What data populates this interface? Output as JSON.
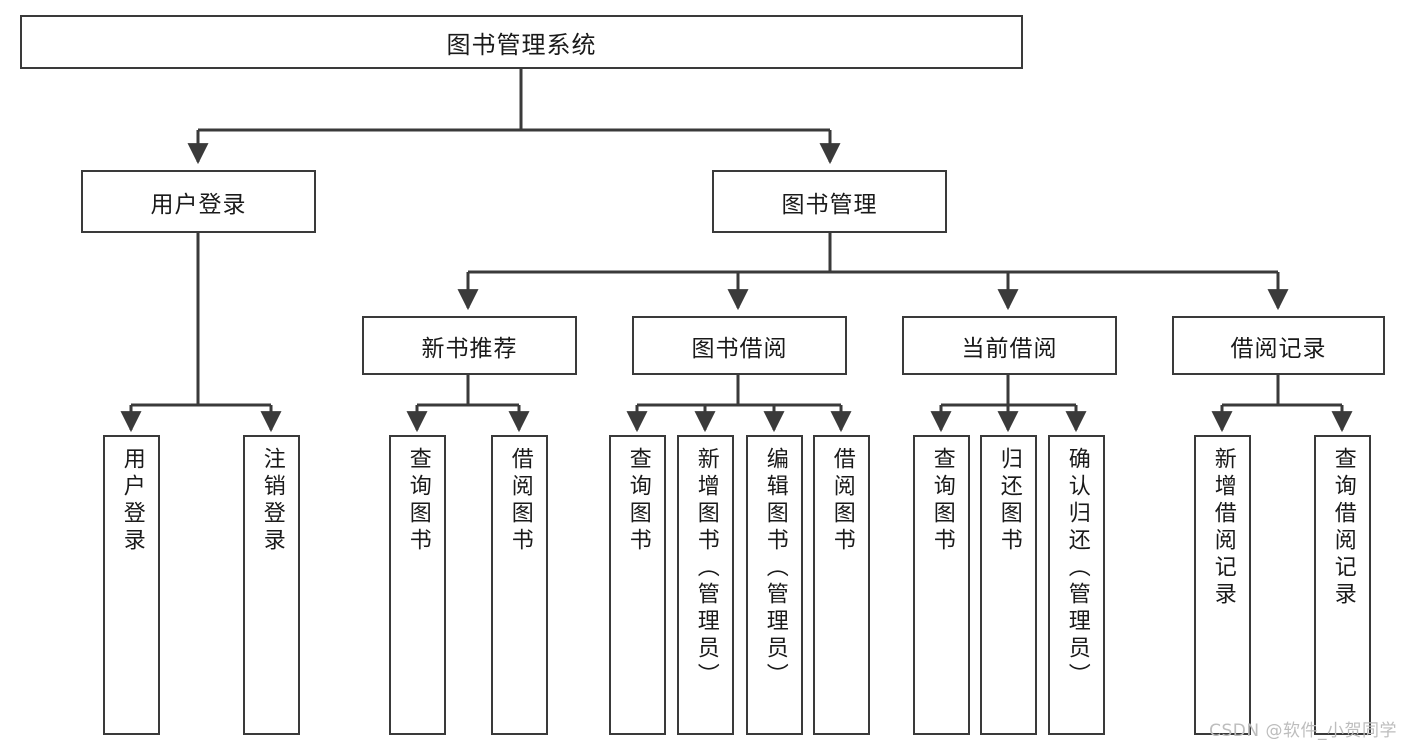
{
  "diagram": {
    "title": "图书管理系统",
    "type": "功能结构图",
    "style": {
      "box_border_color": "#3a3a3a",
      "box_fill_color": "#ffffff",
      "line_color": "#3a3a3a",
      "text_color": "#1a1a1a",
      "background_color": "#ffffff",
      "watermark_color": "#bdbdbd"
    },
    "root": {
      "label": "图书管理系统"
    },
    "level2": [
      {
        "label": "用户登录"
      },
      {
        "label": "图书管理"
      }
    ],
    "level3": [
      {
        "label": "新书推荐"
      },
      {
        "label": "图书借阅"
      },
      {
        "label": "当前借阅"
      },
      {
        "label": "借阅记录"
      }
    ],
    "leaves": {
      "user_login": [
        {
          "label": "用户登录"
        },
        {
          "label": "注销登录"
        }
      ],
      "new_book_recommend": [
        {
          "label": "查询图书"
        },
        {
          "label": "借阅图书"
        }
      ],
      "book_borrow": [
        {
          "label": "查询图书"
        },
        {
          "label": "新增图书（管理员）"
        },
        {
          "label": "编辑图书（管理员）"
        },
        {
          "label": "借阅图书"
        }
      ],
      "current_borrow": [
        {
          "label": "查询图书"
        },
        {
          "label": "归还图书"
        },
        {
          "label": "确认归还（管理员）"
        }
      ],
      "borrow_record": [
        {
          "label": "新增借阅记录"
        },
        {
          "label": "查询借阅记录"
        }
      ]
    },
    "watermark": "CSDN @软件_小贺同学"
  }
}
